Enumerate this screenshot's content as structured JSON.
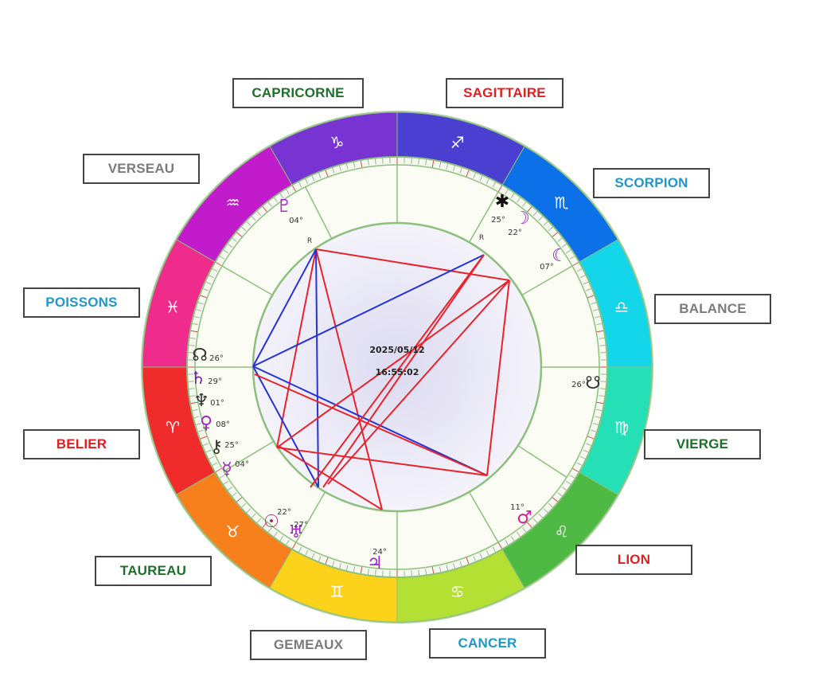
{
  "signs": [
    {
      "name": "BELIER",
      "glyph": "♈",
      "color": "#ef2b2b",
      "label_color": "#e02020"
    },
    {
      "name": "TAUREAU",
      "glyph": "♉",
      "color": "#f7801d",
      "label_color": "#1e6f2a"
    },
    {
      "name": "GEMEAUX",
      "glyph": "♊",
      "color": "#fdd21b",
      "label_color": "#7b7b7b"
    },
    {
      "name": "CANCER",
      "glyph": "♋",
      "color": "#b4e033",
      "label_color": "#1f97c9"
    },
    {
      "name": "LION",
      "glyph": "♌",
      "color": "#4fba43",
      "label_color": "#e02020"
    },
    {
      "name": "VIERGE",
      "glyph": "♍",
      "color": "#25dfb6",
      "label_color": "#1e6f2a"
    },
    {
      "name": "BALANCE",
      "glyph": "♎",
      "color": "#13d6ea",
      "label_color": "#7b7b7b"
    },
    {
      "name": "SCORPION",
      "glyph": "♏",
      "color": "#0c70e8",
      "label_color": "#1f97c9"
    },
    {
      "name": "SAGITTAIRE",
      "glyph": "♐",
      "color": "#4a3fd0",
      "label_color": "#e02020"
    },
    {
      "name": "CAPRICORNE",
      "glyph": "♑",
      "color": "#7834d2",
      "label_color": "#1e6f2a"
    },
    {
      "name": "VERSEAU",
      "glyph": "♒",
      "color": "#c21bcc",
      "label_color": "#7b7b7b"
    },
    {
      "name": "POISSONS",
      "glyph": "♓",
      "color": "#ef2b8c",
      "label_color": "#1f97c9"
    }
  ],
  "center": {
    "date": "2025/05/12",
    "time": "16:55:02"
  },
  "planets": [
    {
      "id": "pluto",
      "glyph": "♇",
      "degree": "04°",
      "color": "#b02ccc",
      "retro": "R"
    },
    {
      "id": "sun-star",
      "glyph": "✱",
      "degree": "25°",
      "color": "#111111",
      "retro": "R"
    },
    {
      "id": "moon-1",
      "glyph": "☽",
      "degree": "22°",
      "color": "#a02ccc",
      "retro": ""
    },
    {
      "id": "moon-2",
      "glyph": "☾",
      "degree": "07°",
      "color": "#7a1caa",
      "retro": ""
    },
    {
      "id": "south-node",
      "glyph": "☋",
      "degree": "26°",
      "color": "#333333",
      "retro": ""
    },
    {
      "id": "mars",
      "glyph": "♂",
      "degree": "11°",
      "color": "#cc2299",
      "retro": ""
    },
    {
      "id": "jupiter",
      "glyph": "♃",
      "degree": "24°",
      "color": "#9922cc",
      "retro": ""
    },
    {
      "id": "sun",
      "glyph": "☉",
      "degree": "22°",
      "color": "#a0226e",
      "retro": ""
    },
    {
      "id": "uranus",
      "glyph": "♅",
      "degree": "27°",
      "color": "#a026c0",
      "retro": ""
    },
    {
      "id": "mercury",
      "glyph": "☿",
      "degree": "04°",
      "color": "#a026c0",
      "retro": ""
    },
    {
      "id": "chiron",
      "glyph": "⚷",
      "degree": "25°",
      "color": "#333333",
      "retro": ""
    },
    {
      "id": "venus",
      "glyph": "♀",
      "degree": "08°",
      "color": "#a026c0",
      "retro": ""
    },
    {
      "id": "neptune",
      "glyph": "♆",
      "degree": "01°",
      "color": "#333333",
      "retro": ""
    },
    {
      "id": "saturn",
      "glyph": "♄",
      "degree": "29°",
      "color": "#7a1caa",
      "retro": ""
    },
    {
      "id": "north-node",
      "glyph": "☊",
      "degree": "26°",
      "color": "#333333",
      "retro": ""
    }
  ]
}
